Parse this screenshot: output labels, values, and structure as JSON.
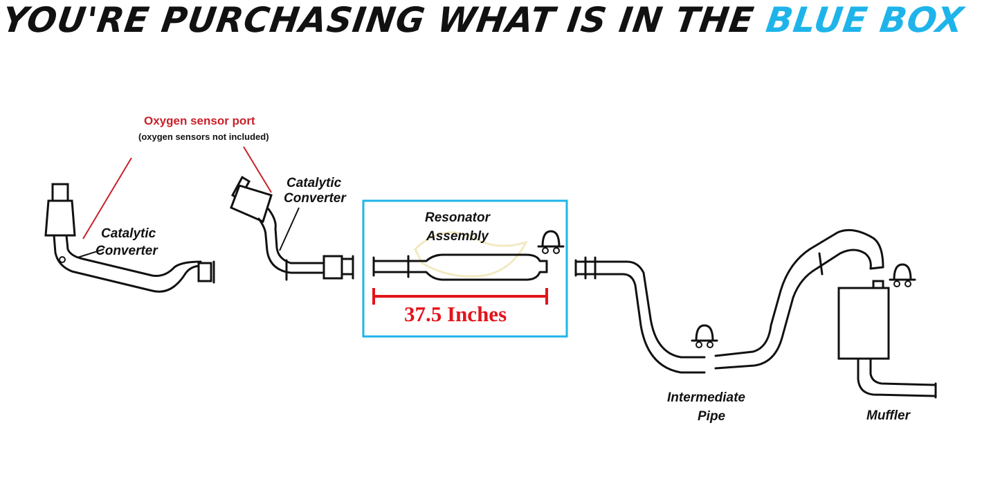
{
  "header": {
    "prefix": "YOU'RE PURCHASING WHAT IS IN THE",
    "highlight": "BLUE BOX",
    "highlight_color": "#1eb4ea"
  },
  "labels": {
    "oxygen_sensor_port": "Oxygen sensor port",
    "oxygen_sensor_note": "(oxygen sensors not included)",
    "cat_converter_1": [
      "Catalytic",
      "Converter"
    ],
    "cat_converter_2": [
      "Catalytic",
      "Converter"
    ],
    "resonator": [
      "Resonator",
      "Assembly"
    ],
    "measurement": "37.5 Inches",
    "intermediate_pipe": [
      "Intermediate",
      "Pipe"
    ],
    "muffler": "Muffler"
  },
  "colors": {
    "highlight_box": "#1eb4ea",
    "annotation_red": "#c8202a",
    "measurement_red": "#e3141b",
    "line": "#111111"
  }
}
